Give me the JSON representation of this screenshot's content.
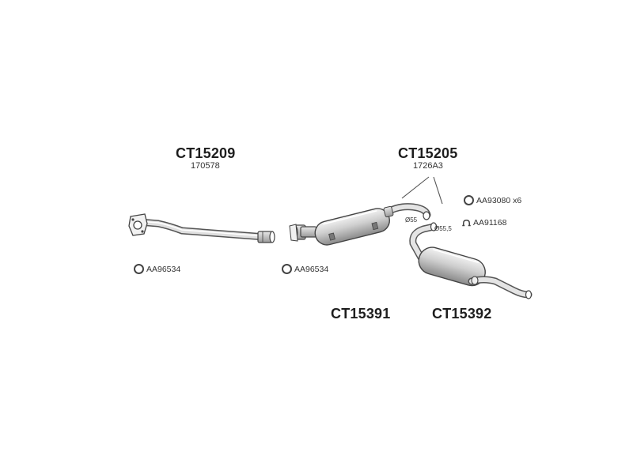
{
  "parts": {
    "front_pipe": {
      "ref": "CT15209",
      "oem": "170578"
    },
    "middle_silencer": {
      "ref": "CT15205",
      "oem": "1726A3"
    },
    "center_silencer": {
      "ref": "CT15391"
    },
    "rear_silencer": {
      "ref": "CT15392"
    }
  },
  "accessories": {
    "gasket_front": "AA96534",
    "gasket_middle": "AA96534",
    "gasket_rear": "AA93080 x6",
    "clamp": "AA91168"
  },
  "dimensions": {
    "d_outlet": "Ø55",
    "d_inlet": "Ø55,5"
  },
  "icons": {
    "gasket": "gasket-ring-icon",
    "clamp": "clamp-icon"
  }
}
